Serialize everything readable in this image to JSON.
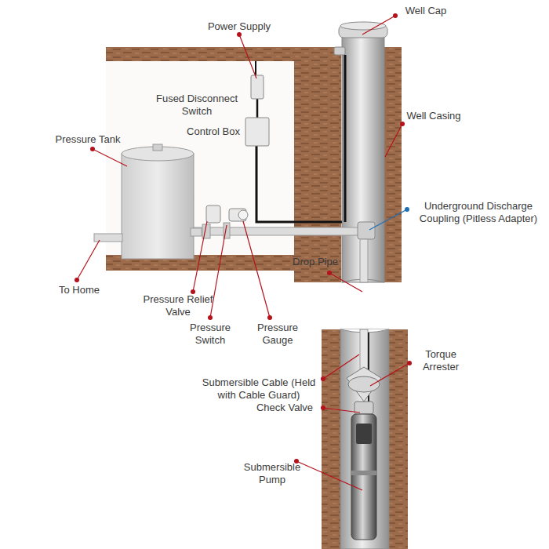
{
  "diagram": {
    "labels": [
      "Well Cap",
      "Power Supply",
      "Fused Disconnect Switch",
      "Control Box",
      "Pressure Tank",
      "Well Casing",
      "Underground Discharge Coupling (Pitless Adapter)",
      "To Home",
      "Pressure Relief Valve",
      "Drop Pipe",
      "Pressure Switch",
      "Pressure Gauge",
      "Submersible Cable (Held with Cable Guard)",
      "Torque Arrester",
      "Check Valve",
      "Submersible Pump"
    ]
  }
}
